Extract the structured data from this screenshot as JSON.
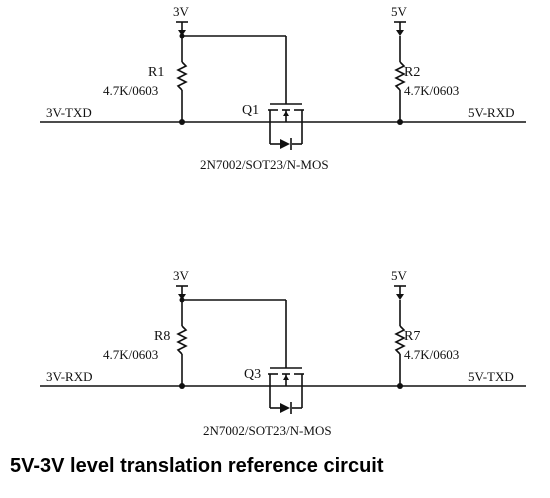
{
  "caption": "5V-3V level translation reference circuit",
  "circuits": [
    {
      "supply_low": "3V",
      "supply_high": "5V",
      "r_left": {
        "ref": "R1",
        "value": "4.7K/0603"
      },
      "r_right": {
        "ref": "R2",
        "value": "4.7K/0603"
      },
      "mosfet": {
        "ref": "Q1",
        "part": "2N7002/SOT23/N-MOS"
      },
      "net_left": "3V-TXD",
      "net_right": "5V-RXD"
    },
    {
      "supply_low": "3V",
      "supply_high": "5V",
      "r_left": {
        "ref": "R8",
        "value": "4.7K/0603"
      },
      "r_right": {
        "ref": "R7",
        "value": "4.7K/0603"
      },
      "mosfet": {
        "ref": "Q3",
        "part": "2N7002/SOT23/N-MOS"
      },
      "net_left": "3V-RXD",
      "net_right": "5V-TXD"
    }
  ]
}
